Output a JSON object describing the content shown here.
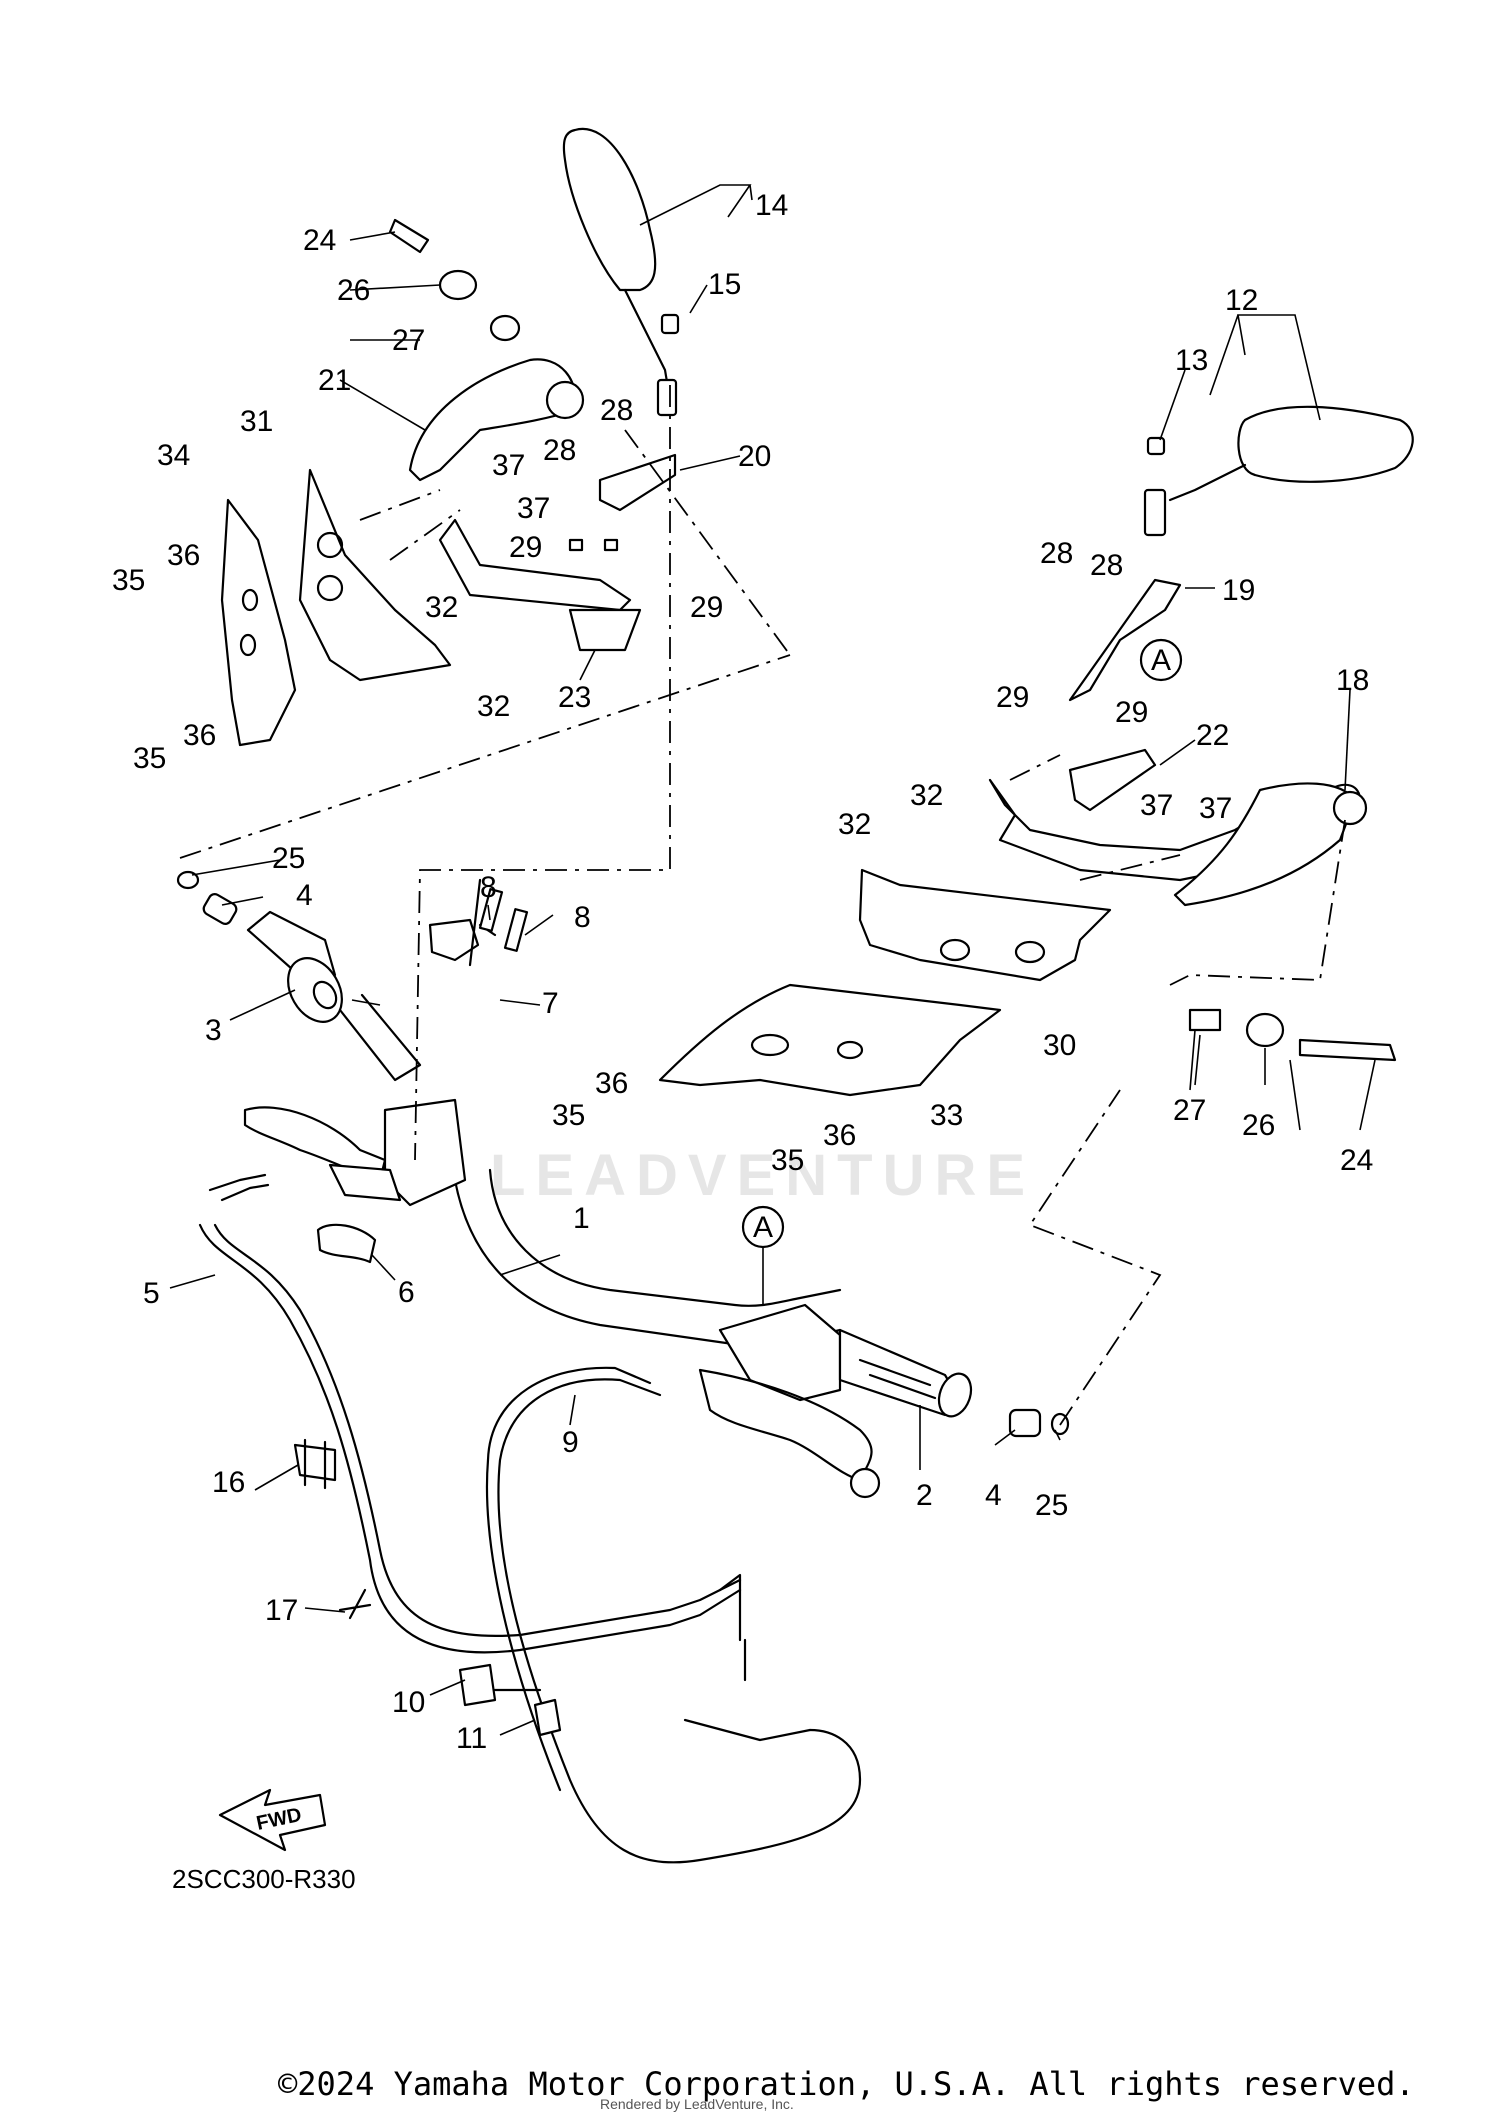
{
  "diagram": {
    "callouts": [
      "1",
      "2",
      "3",
      "4",
      "4",
      "5",
      "6",
      "7",
      "8",
      "8",
      "9",
      "10",
      "11",
      "12",
      "13",
      "14",
      "15",
      "16",
      "17",
      "18",
      "19",
      "20",
      "21",
      "22",
      "23",
      "24",
      "24",
      "25",
      "25",
      "26",
      "26",
      "27",
      "27",
      "28",
      "28",
      "28",
      "28",
      "29",
      "29",
      "29",
      "29",
      "30",
      "31",
      "32",
      "32",
      "32",
      "32",
      "33",
      "34",
      "35",
      "35",
      "35",
      "35",
      "36",
      "36",
      "36",
      "36",
      "37",
      "37",
      "37",
      "37",
      "A",
      "A"
    ],
    "diagram_code": "2SCC300-R330",
    "fwd_label": "FWD",
    "watermark": "LEADVENTURE"
  },
  "footer": {
    "copyright": "©2024 Yamaha Motor Corporation, U.S.A. All rights reserved.",
    "rendered_by": "Rendered by LeadVenture, Inc."
  }
}
